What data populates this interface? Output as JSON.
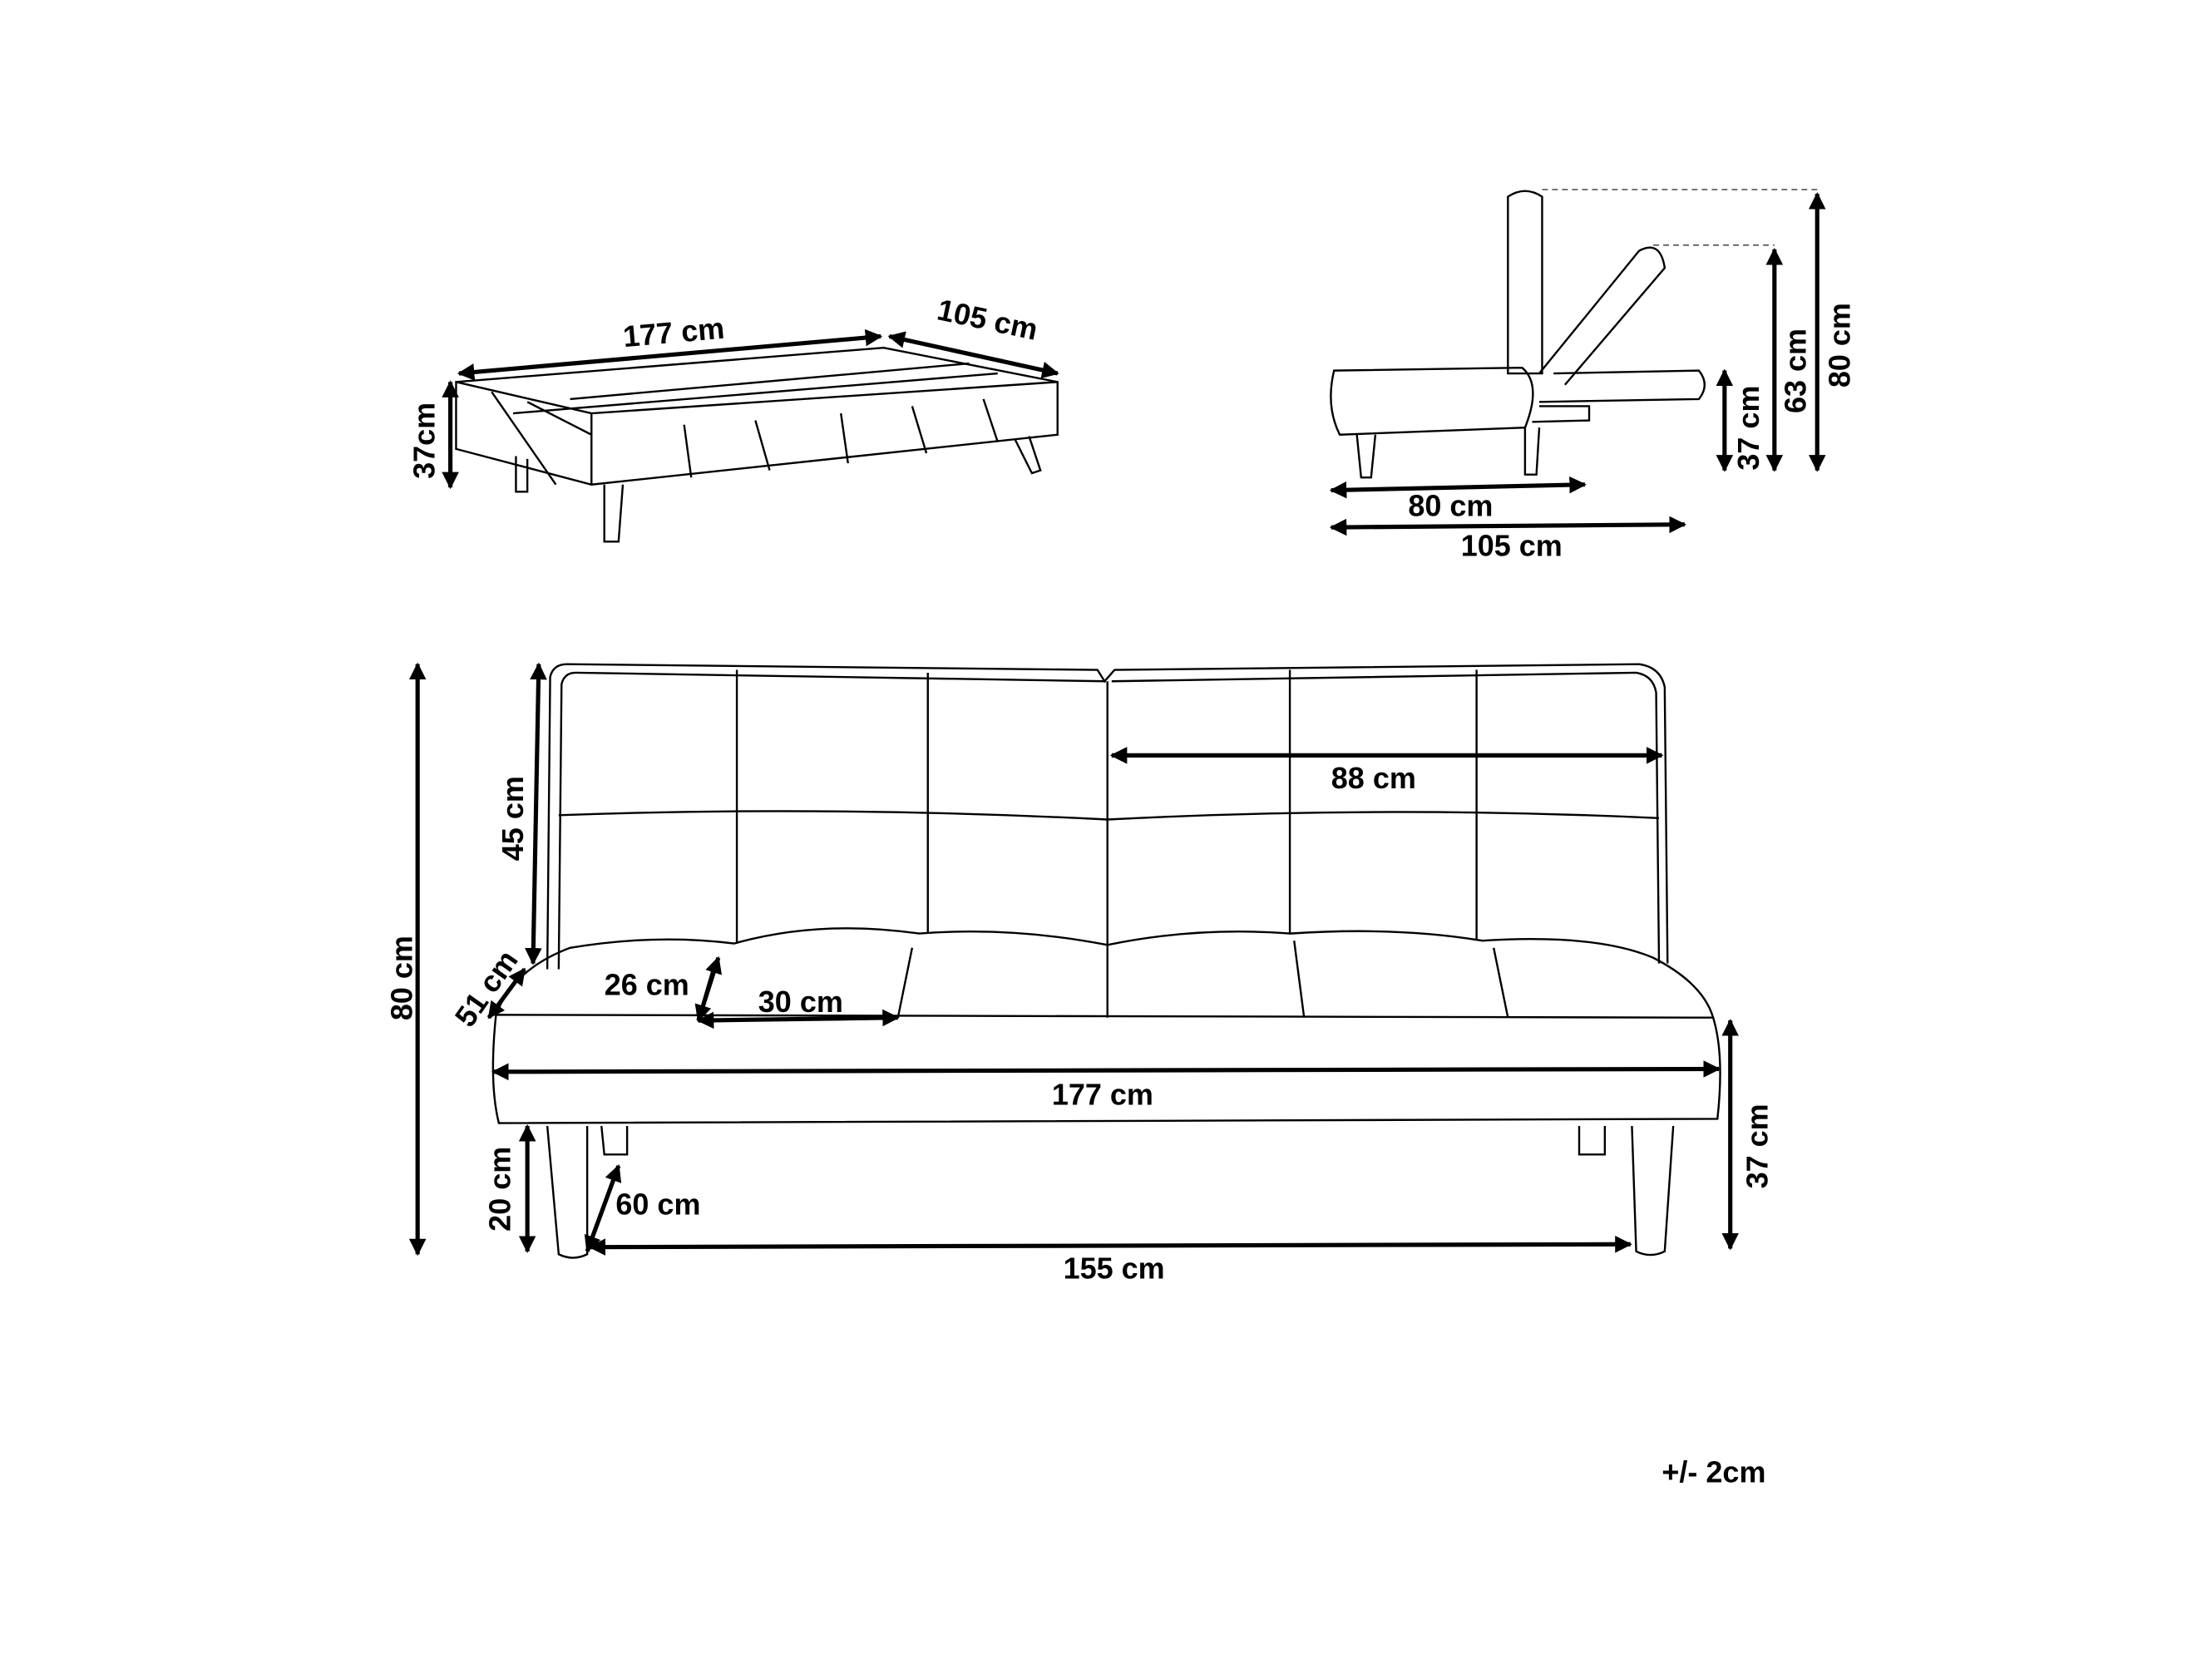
{
  "flat_view": {
    "length": "177 cm",
    "depth": "105 cm",
    "height": "37cm"
  },
  "side_view": {
    "seat_depth": "80 cm",
    "bed_depth": "105 cm",
    "seat_height": "37 cm",
    "reclined_height": "63 cm",
    "total_height": "80 cm"
  },
  "front_view": {
    "backrest_width": "88 cm",
    "backrest_height": "45 cm",
    "total_height": "80 cm",
    "seat_depth": "51 cm",
    "cushion_height": "26 cm",
    "cushion_width": "30 cm",
    "total_width": "177 cm",
    "seat_height": "37 cm",
    "leg_height": "20 cm",
    "leg_depth": "60 cm",
    "leg_span": "155 cm"
  },
  "tolerance": "+/- 2cm"
}
